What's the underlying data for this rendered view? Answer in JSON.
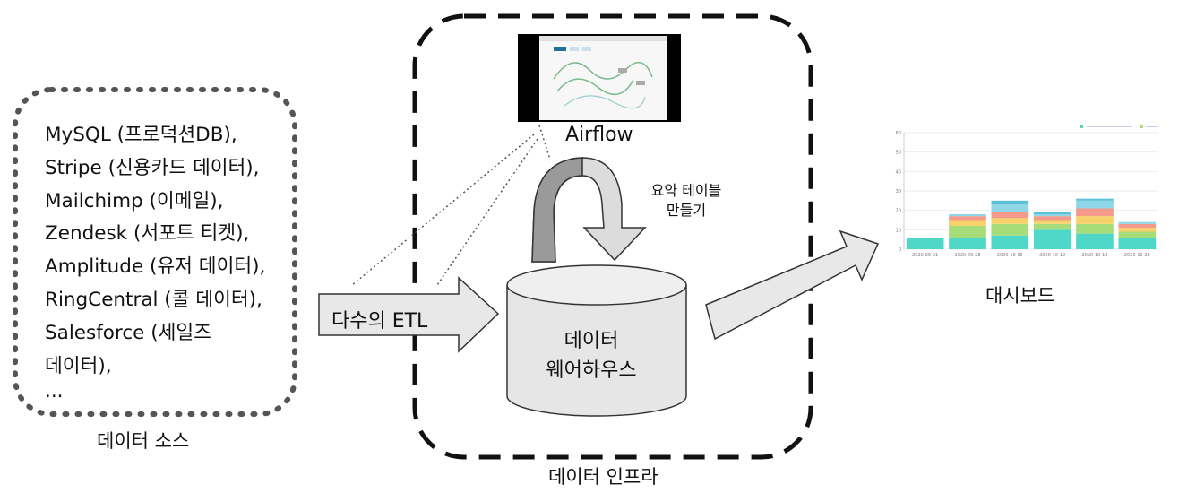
{
  "sources": {
    "items": [
      "MySQL (프로덕션DB),",
      "Stripe (신용카드 데이터),",
      "Mailchimp (이메일),",
      "Zendesk (서포트 티켓),",
      "Amplitude (유저 데이터),",
      "RingCentral (콜 데이터),",
      "Salesforce (세일즈",
      "데이터),",
      "..."
    ],
    "caption": "데이터 소스"
  },
  "etl": {
    "label": "다수의 ETL"
  },
  "airflow": {
    "label": "Airflow"
  },
  "summary": {
    "line1": "요약 테이블",
    "line2": "만들기"
  },
  "warehouse": {
    "line1": "데이터",
    "line2": "웨어하우스"
  },
  "infra": {
    "caption": "데이터 인프라"
  },
  "dashboard": {
    "caption": "대시보드"
  },
  "chart_data": {
    "type": "bar",
    "stacked": true,
    "categories": [
      "2020-09-21",
      "2020-09-28",
      "2020-10-05",
      "2020-10-12",
      "2020-10-19",
      "2020-10-26"
    ],
    "ylim": [
      0,
      60
    ],
    "yticks": [
      "60",
      "50",
      "40",
      "30",
      "20",
      "10",
      "0"
    ],
    "grid": true,
    "legend_position": "top-right",
    "colors": [
      "#4fd8c8",
      "#a6dc7a",
      "#f7d26b",
      "#f39a8a",
      "#8fd6e9",
      "#59c2d8"
    ],
    "series": [
      {
        "values": [
          6,
          6,
          7,
          10,
          8,
          6
        ]
      },
      {
        "values": [
          0,
          6,
          6,
          3,
          5,
          3
        ]
      },
      {
        "values": [
          0,
          3,
          3,
          2,
          4,
          2
        ]
      },
      {
        "values": [
          0,
          2,
          3,
          2,
          4,
          2
        ]
      },
      {
        "values": [
          0,
          1,
          4,
          1,
          4,
          1
        ]
      },
      {
        "values": [
          0,
          0,
          2,
          1,
          1,
          0
        ]
      }
    ]
  }
}
